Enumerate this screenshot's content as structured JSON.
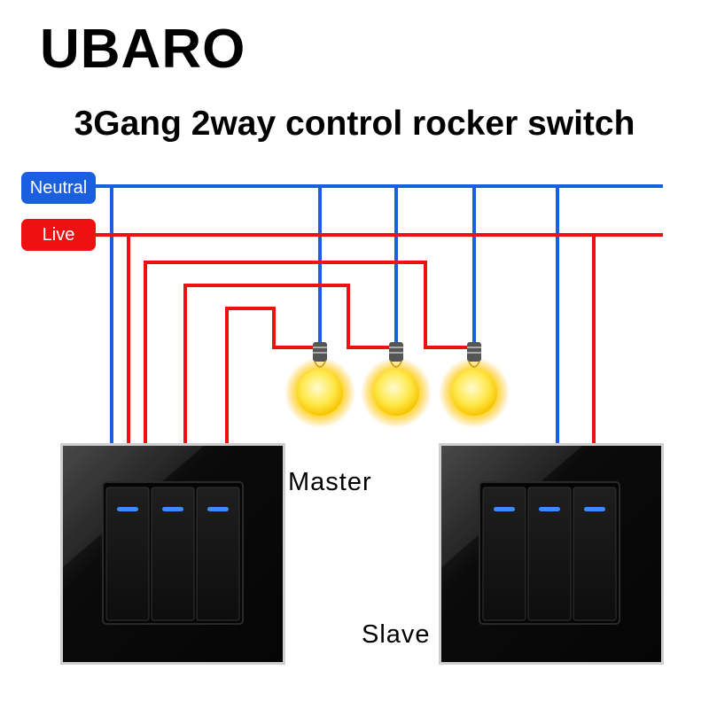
{
  "brand": "UBARO",
  "title": "3Gang 2way control rocker switch",
  "legend": {
    "neutral": "Neutral",
    "live": "Live"
  },
  "switches": {
    "master_label": "Master",
    "slave_label": "Slave"
  },
  "colors": {
    "neutral_wire": "#1a5fe0",
    "live_wire": "#ee1111",
    "panel": "#0b0b0b",
    "indicator": "#3a8bff",
    "bulb_glow": "#ffd400"
  },
  "icons": [
    "light-bulb-icon",
    "rocker-switch-icon"
  ]
}
